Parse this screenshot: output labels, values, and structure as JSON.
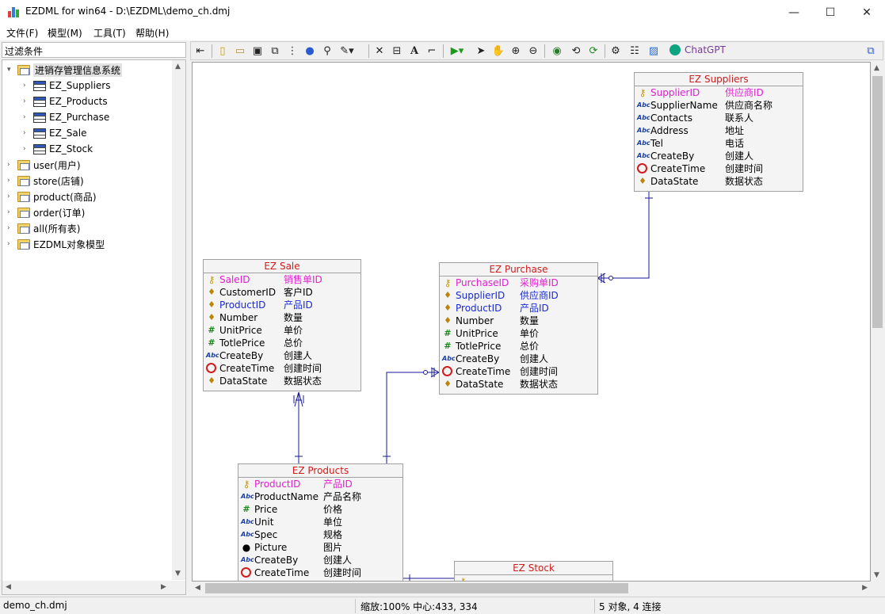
{
  "window": {
    "title": "EZDML for win64 - D:\\EZDML\\demo_ch.dmj",
    "minimize_glyph": "—",
    "maximize_glyph": "☐",
    "close_glyph": "✕"
  },
  "menu": [
    "文件(F)",
    "模型(M)",
    "工具(T)",
    "帮助(H)"
  ],
  "filter_label": "过滤条件",
  "tree": {
    "root": "进销存管理信息系统",
    "tables": [
      "EZ_Suppliers",
      "EZ_Products",
      "EZ_Purchase",
      "EZ_Sale",
      "EZ_Stock"
    ],
    "folders": [
      "user(用户)",
      "store(店铺)",
      "product(商品)",
      "order(订单)",
      "all(所有表)",
      "EZDML对象模型"
    ]
  },
  "toolbar": {
    "icons": [
      "panel-toggle-icon",
      "new-icon",
      "open-icon",
      "save-icon",
      "copy-icon",
      "layout-icon",
      "globe-icon",
      "find-icon",
      "brush-icon",
      "delete-icon",
      "table-icon",
      "text-icon",
      "link-icon",
      "run-icon",
      "pointer-icon",
      "hand-icon",
      "zoom-in-icon",
      "zoom-out-icon",
      "view-icon",
      "refresh-icon",
      "sync-icon",
      "settings-icon",
      "properties-icon",
      "image-icon"
    ],
    "chatgpt_label": "ChatGPT"
  },
  "entities": {
    "suppliers": {
      "title": "EZ Suppliers",
      "fields": [
        {
          "icon": "key",
          "name": "SupplierID",
          "cname": "供应商ID",
          "kind": "pk"
        },
        {
          "icon": "abc",
          "name": "SupplierName",
          "cname": "供应商名称",
          "kind": ""
        },
        {
          "icon": "abc",
          "name": "Contacts",
          "cname": "联系人",
          "kind": ""
        },
        {
          "icon": "abc",
          "name": "Address",
          "cname": "地址",
          "kind": ""
        },
        {
          "icon": "abc",
          "name": "Tel",
          "cname": "电话",
          "kind": ""
        },
        {
          "icon": "abc",
          "name": "CreateBy",
          "cname": "创建人",
          "kind": ""
        },
        {
          "icon": "time",
          "name": "CreateTime",
          "cname": "创建时间",
          "kind": ""
        },
        {
          "icon": "bulb",
          "name": "DataState",
          "cname": "数据状态",
          "kind": ""
        }
      ]
    },
    "sale": {
      "title": "EZ Sale",
      "fields": [
        {
          "icon": "key",
          "name": "SaleID",
          "cname": "销售单ID",
          "kind": "pk"
        },
        {
          "icon": "bulb",
          "name": "CustomerID",
          "cname": "客户ID",
          "kind": ""
        },
        {
          "icon": "bulb",
          "name": "ProductID",
          "cname": "产品ID",
          "kind": "fk"
        },
        {
          "icon": "bulb",
          "name": "Number",
          "cname": "数量",
          "kind": ""
        },
        {
          "icon": "num",
          "name": "UnitPrice",
          "cname": "单价",
          "kind": ""
        },
        {
          "icon": "num",
          "name": "TotlePrice",
          "cname": "总价",
          "kind": ""
        },
        {
          "icon": "abc",
          "name": "CreateBy",
          "cname": "创建人",
          "kind": ""
        },
        {
          "icon": "time",
          "name": "CreateTime",
          "cname": "创建时间",
          "kind": ""
        },
        {
          "icon": "bulb",
          "name": "DataState",
          "cname": "数据状态",
          "kind": ""
        }
      ]
    },
    "purchase": {
      "title": "EZ Purchase",
      "fields": [
        {
          "icon": "key",
          "name": "PurchaseID",
          "cname": "采购单ID",
          "kind": "pk"
        },
        {
          "icon": "bulb",
          "name": "SupplierID",
          "cname": "供应商ID",
          "kind": "fk"
        },
        {
          "icon": "bulb",
          "name": "ProductID",
          "cname": "产品ID",
          "kind": "fk"
        },
        {
          "icon": "bulb",
          "name": "Number",
          "cname": "数量",
          "kind": ""
        },
        {
          "icon": "num",
          "name": "UnitPrice",
          "cname": "单价",
          "kind": ""
        },
        {
          "icon": "num",
          "name": "TotlePrice",
          "cname": "总价",
          "kind": ""
        },
        {
          "icon": "abc",
          "name": "CreateBy",
          "cname": "创建人",
          "kind": ""
        },
        {
          "icon": "time",
          "name": "CreateTime",
          "cname": "创建时间",
          "kind": ""
        },
        {
          "icon": "bulb",
          "name": "DataState",
          "cname": "数据状态",
          "kind": ""
        }
      ]
    },
    "products": {
      "title": "EZ Products",
      "fields": [
        {
          "icon": "key",
          "name": "ProductID",
          "cname": "产品ID",
          "kind": "pk"
        },
        {
          "icon": "abc",
          "name": "ProductName",
          "cname": "产品名称",
          "kind": ""
        },
        {
          "icon": "num",
          "name": "Price",
          "cname": "价格",
          "kind": ""
        },
        {
          "icon": "abc",
          "name": "Unit",
          "cname": "单位",
          "kind": ""
        },
        {
          "icon": "abc",
          "name": "Spec",
          "cname": "规格",
          "kind": ""
        },
        {
          "icon": "dot",
          "name": "Picture",
          "cname": "图片",
          "kind": ""
        },
        {
          "icon": "abc",
          "name": "CreateBy",
          "cname": "创建人",
          "kind": ""
        },
        {
          "icon": "time",
          "name": "CreateTime",
          "cname": "创建时间",
          "kind": ""
        }
      ]
    },
    "stock": {
      "title": "EZ Stock",
      "fields": []
    }
  },
  "status": {
    "file": "demo_ch.dmj",
    "zoom": "缩放:100% 中心:433, 334",
    "counts": "5 对象, 4 连接"
  },
  "colors": {
    "entity_title": "#d01c1c",
    "primary_key": "#e020d0",
    "foreign_key": "#1a2ad8",
    "link_line": "#1a1a9a"
  }
}
